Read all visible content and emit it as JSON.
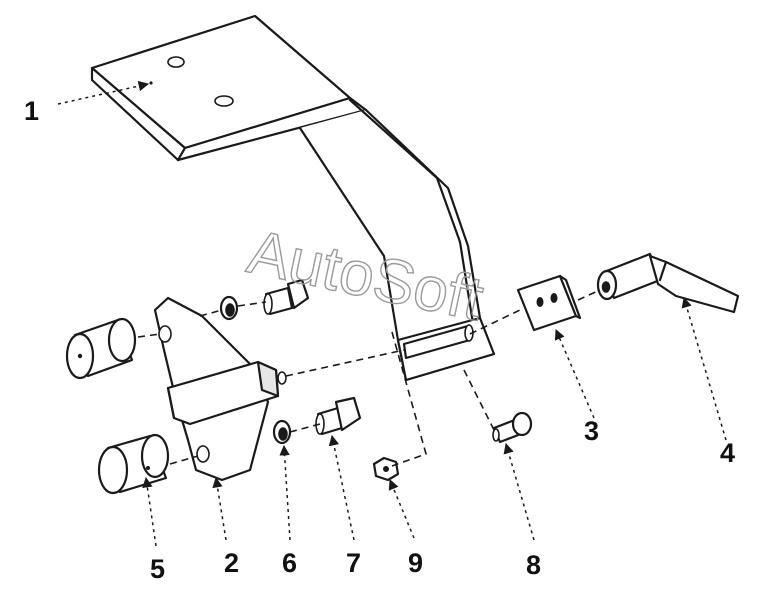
{
  "watermark": "AutoSoft",
  "callouts": [
    {
      "id": "1",
      "label": "1"
    },
    {
      "id": "2",
      "label": "2"
    },
    {
      "id": "3",
      "label": "3"
    },
    {
      "id": "4",
      "label": "4"
    },
    {
      "id": "5",
      "label": "5"
    },
    {
      "id": "6",
      "label": "6"
    },
    {
      "id": "7",
      "label": "7"
    },
    {
      "id": "8",
      "label": "8"
    },
    {
      "id": "9",
      "label": "9"
    }
  ]
}
